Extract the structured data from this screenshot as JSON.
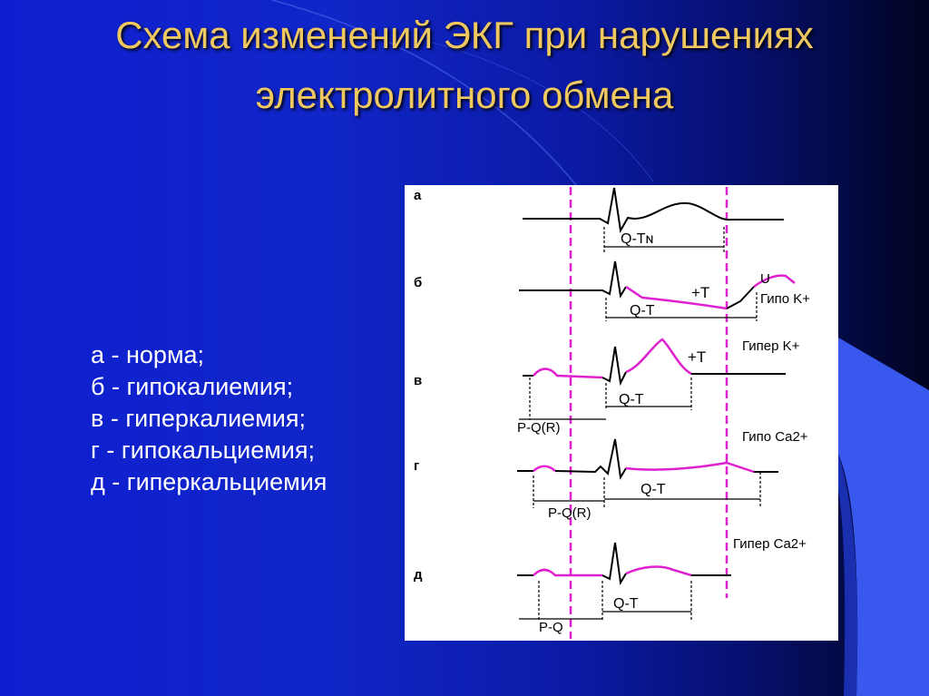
{
  "slide": {
    "title_line1": "Схема изменений ЭКГ при нарушениях",
    "title_line2": "электролитного обмена",
    "legend": [
      "а - норма;",
      "б - гипокалиемия;",
      "в - гиперкалиемия;",
      "г - гипокальциемия;",
      "д - гиперкальциемия"
    ],
    "colors": {
      "title": "#f0c860",
      "legend": "#ffffff",
      "pink": "#e020d0",
      "background": "#1026c8"
    }
  },
  "ecg": {
    "rows": [
      {
        "letter": "а",
        "interval": "Q-Tɴ",
        "condition": ""
      },
      {
        "letter": "б",
        "interval": "Q-T",
        "annot_t": "+T",
        "annot_u": "U",
        "condition": "Гипо K+"
      },
      {
        "letter": "в",
        "interval": "Q-T",
        "annot_t": "+T",
        "pq": "P-Q(R)",
        "condition": "Гипер K+"
      },
      {
        "letter": "г",
        "interval": "Q-T",
        "pq": "P-Q(R)",
        "condition": "Гипо Ca2+"
      },
      {
        "letter": "д",
        "interval": "Q-T",
        "pq": "P-Q",
        "condition": "Гипер Ca2+"
      }
    ]
  }
}
